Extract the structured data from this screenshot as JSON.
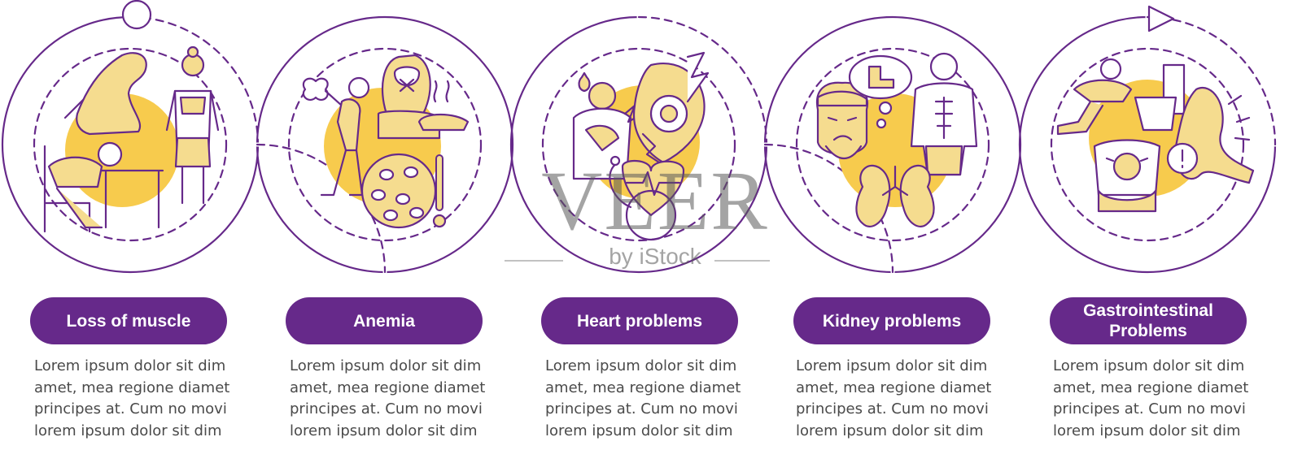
{
  "colors": {
    "accent": "#66298a",
    "highlight": "#f7cb4d",
    "icon_fill": "#f5dc8f",
    "line": "#66298a",
    "text": "#4a4a4a"
  },
  "steps": [
    {
      "title": "Loss of muscle",
      "description": "Lorem ipsum dolor sit dim\namet, mea regione diamet\nprincipes at. Cum no movi\nlorem ipsum dolor sit dim",
      "icons": [
        "flexed-arm-icon",
        "woman-thin-icon",
        "tired-person-desk-icon"
      ]
    },
    {
      "title": "Anemia",
      "description": "Lorem ipsum dolor sit dim\namet, mea regione diamet\nprincipes at. Cum no movi\nlorem ipsum dolor sit dim",
      "icons": [
        "wind-up-key-person-icon",
        "woman-refusing-food-icon",
        "blood-cells-icon"
      ]
    },
    {
      "title": "Heart problems",
      "description": "Lorem ipsum dolor sit dim\namet, mea regione diamet\nprincipes at. Cum no movi\nlorem ipsum dolor sit dim",
      "icons": [
        "chest-pain-person-icon",
        "heart-lightning-icon",
        "stethoscope-heart-icon"
      ]
    },
    {
      "title": "Kidney problems",
      "description": "Lorem ipsum dolor sit dim\namet, mea regione diamet\nprincipes at. Cum no movi\nlorem ipsum dolor sit dim",
      "icons": [
        "sad-man-face-icon",
        "toilet-thought-icon",
        "man-torso-icon",
        "kidneys-icon"
      ]
    },
    {
      "title": "Gastrointestinal\nProblems",
      "description": "Lorem ipsum dolor sit dim\namet, mea regione diamet\nprincipes at. Cum no movi\nlorem ipsum dolor sit dim",
      "icons": [
        "person-vomiting-toilet-icon",
        "stomach-warning-icon",
        "belly-pain-icon"
      ]
    }
  ],
  "watermark": {
    "brand": "VEER",
    "sub": "by iStock"
  }
}
